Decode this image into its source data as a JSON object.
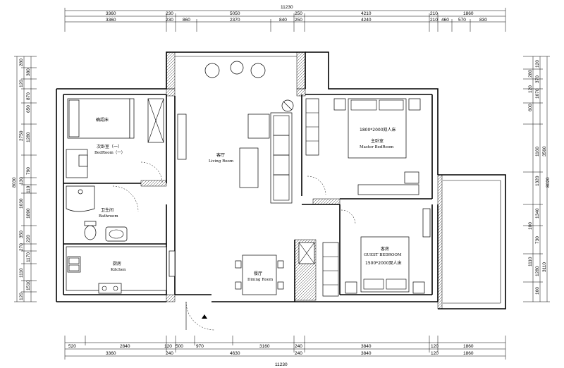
{
  "dimensions": {
    "top_total": "11230",
    "top_row1": [
      "3360",
      "230",
      "5050",
      "250",
      "4210",
      "210",
      "1860"
    ],
    "top_row2": [
      "3360",
      "230",
      "860",
      "2370",
      "840",
      "250",
      "4240",
      "210",
      "460",
      "570",
      "830"
    ],
    "bottom_total": "11230",
    "bottom_row1": [
      "520",
      "2840",
      "120",
      "500",
      "970",
      "3160",
      "240",
      "3840",
      "120",
      "1860"
    ],
    "bottom_row2": [
      "3360",
      "240",
      "4630",
      "240",
      "3840",
      "120",
      "1860"
    ],
    "left_total": "8030",
    "left_segments": [
      "280",
      "380",
      "120",
      "870",
      "650",
      "2750",
      "1280",
      "790",
      "130",
      "110",
      "1030",
      "1890",
      "350",
      "220",
      "270",
      "1170",
      "1110",
      "1510",
      "120"
    ],
    "right_total": "8020",
    "right_segments": [
      "120",
      "280",
      "370",
      "120",
      "1070",
      "600",
      "1160",
      "3560",
      "1320",
      "1340",
      "100",
      "730",
      "1110",
      "3110",
      "1280",
      "160"
    ]
  },
  "rooms": {
    "bedroom1_name_cn": "次卧室（一）",
    "bedroom1_name_en": "BedRoom（一）",
    "bedroom1_bed_label": "确認床",
    "bathroom_name_cn": "卫生间",
    "bathroom_name_en": "Bathroom",
    "kitchen_name_cn": "厨房",
    "kitchen_name_en": "Kitchen",
    "living_name_cn": "客厅",
    "living_name_en": "Living Room",
    "dining_name_cn": "餐厅",
    "dining_name_en": "Dining Room",
    "master_name_cn": "主卧室",
    "master_name_en": "Master BedRoom",
    "master_bed_label": "1800*2000双人床",
    "guest_name_cn": "客房",
    "guest_name_en": "GUEST BEDROOM",
    "guest_bed_label": "1500*2000双人床"
  }
}
